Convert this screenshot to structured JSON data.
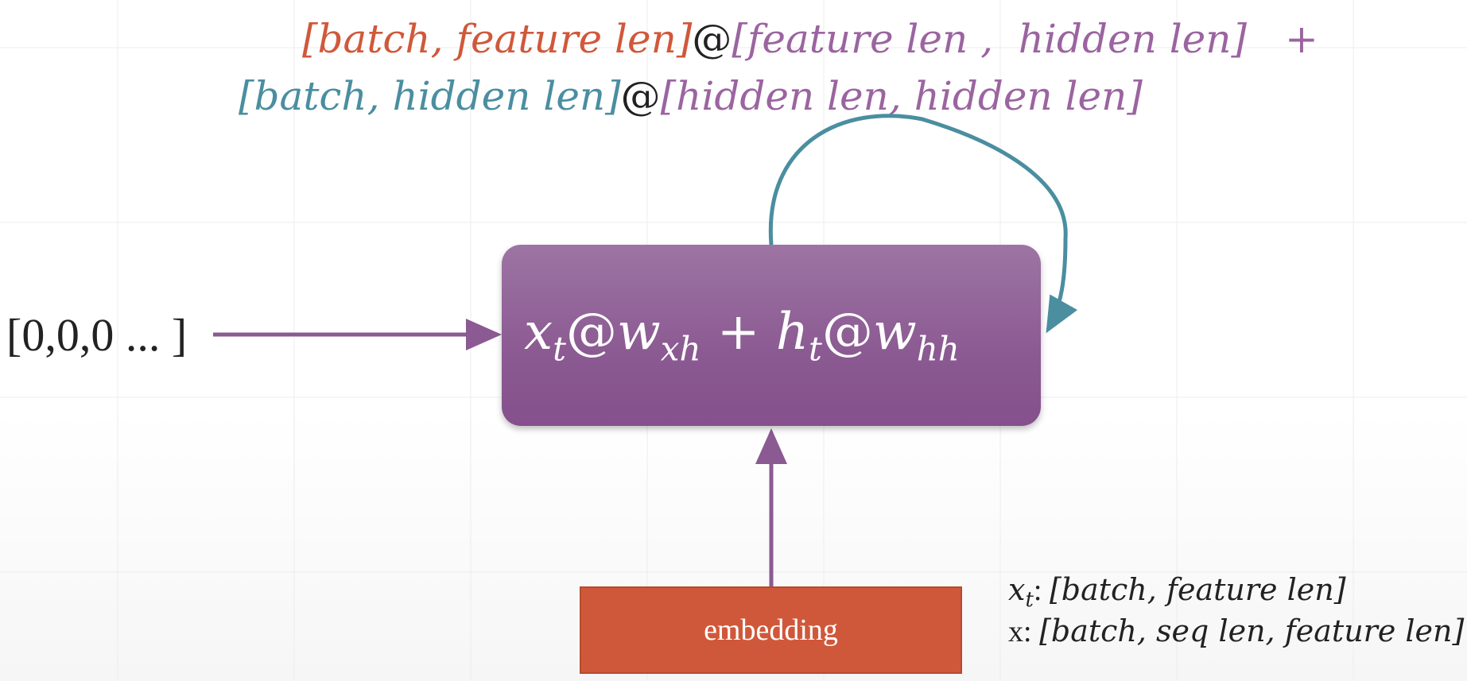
{
  "equation": {
    "line1": {
      "open_bracket": "[",
      "batch": "batch,",
      "feature_len": "feature len",
      "close_bracket": "]",
      "at": "@",
      "w_open": "[",
      "w_feature_len": "feature len ,",
      "w_hidden_len": "hidden len",
      "w_close": "]",
      "plus": "+"
    },
    "line2": {
      "open_bracket": "[",
      "batch": "batch,",
      "hidden_len": "hidden len",
      "close_bracket": "]",
      "at": "@",
      "w_open": "[",
      "w_hidden_len_a": "hidden len,",
      "w_hidden_len_b": "hidden len",
      "w_close": "]"
    }
  },
  "rnn_cell": {
    "x": "x",
    "t1": "t",
    "at1": "@",
    "w1": "w",
    "xh": "xh",
    "plus": " + ",
    "h": "h",
    "t2": "t",
    "at2": "@",
    "w2": "w",
    "hh": "hh"
  },
  "initial_hidden": "[0,0,0 ... ]",
  "embedding_label": "embedding",
  "legend": {
    "xt_x": "x",
    "xt_t": "t",
    "xt_colon": ": ",
    "xt_shape": "[batch, feature len]",
    "x_label": "x: ",
    "x_shape": "[batch, seq len, feature len]"
  },
  "colors": {
    "orange": "#d0583a",
    "purple": "#9b64a0",
    "teal": "#4a8ea0",
    "box_purple": "#8b5a92",
    "arrow_purple": "#8b5a92"
  }
}
